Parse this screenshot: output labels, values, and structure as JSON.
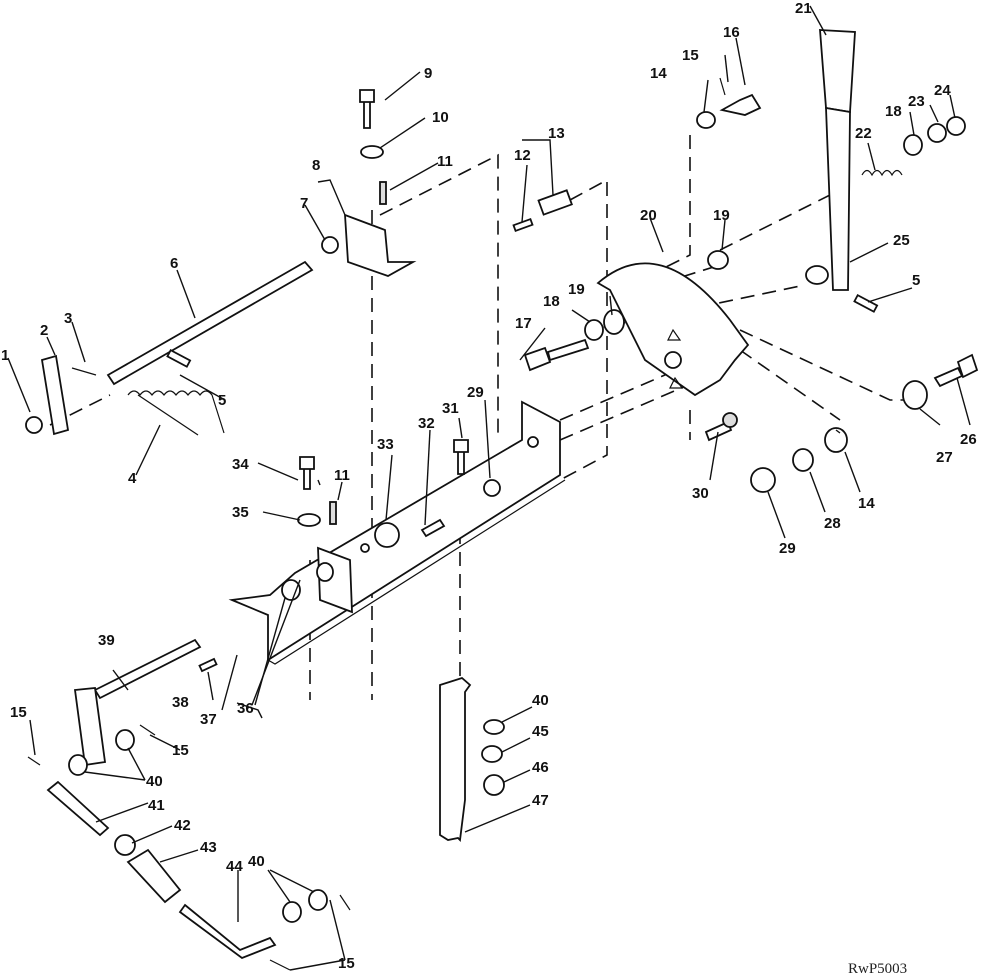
{
  "figure": {
    "reference_code": "RwP5003",
    "callouts": [
      {
        "id": "c1",
        "text": "1"
      },
      {
        "id": "c2",
        "text": "2"
      },
      {
        "id": "c3",
        "text": "3"
      },
      {
        "id": "c4",
        "text": "4"
      },
      {
        "id": "c5a",
        "text": "5"
      },
      {
        "id": "c5b",
        "text": "5"
      },
      {
        "id": "c6",
        "text": "6"
      },
      {
        "id": "c7",
        "text": "7"
      },
      {
        "id": "c8",
        "text": "8"
      },
      {
        "id": "c9",
        "text": "9"
      },
      {
        "id": "c10",
        "text": "10"
      },
      {
        "id": "c11a",
        "text": "11"
      },
      {
        "id": "c11b",
        "text": "11"
      },
      {
        "id": "c12",
        "text": "12"
      },
      {
        "id": "c13",
        "text": "13"
      },
      {
        "id": "c14a",
        "text": "14"
      },
      {
        "id": "c14b",
        "text": "14"
      },
      {
        "id": "c15a",
        "text": "15"
      },
      {
        "id": "c15b",
        "text": "15"
      },
      {
        "id": "c15c",
        "text": "15"
      },
      {
        "id": "c15d",
        "text": "15"
      },
      {
        "id": "c16",
        "text": "16"
      },
      {
        "id": "c17",
        "text": "17"
      },
      {
        "id": "c18a",
        "text": "18"
      },
      {
        "id": "c18b",
        "text": "18"
      },
      {
        "id": "c19a",
        "text": "19"
      },
      {
        "id": "c19b",
        "text": "19"
      },
      {
        "id": "c20",
        "text": "20"
      },
      {
        "id": "c21",
        "text": "21"
      },
      {
        "id": "c22",
        "text": "22"
      },
      {
        "id": "c23",
        "text": "23"
      },
      {
        "id": "c24",
        "text": "24"
      },
      {
        "id": "c25",
        "text": "25"
      },
      {
        "id": "c26",
        "text": "26"
      },
      {
        "id": "c27",
        "text": "27"
      },
      {
        "id": "c28",
        "text": "28"
      },
      {
        "id": "c29a",
        "text": "29"
      },
      {
        "id": "c29b",
        "text": "29"
      },
      {
        "id": "c30",
        "text": "30"
      },
      {
        "id": "c31",
        "text": "31"
      },
      {
        "id": "c32",
        "text": "32"
      },
      {
        "id": "c33",
        "text": "33"
      },
      {
        "id": "c34",
        "text": "34"
      },
      {
        "id": "c35",
        "text": "35"
      },
      {
        "id": "c36",
        "text": "36"
      },
      {
        "id": "c37",
        "text": "37"
      },
      {
        "id": "c38",
        "text": "38"
      },
      {
        "id": "c39",
        "text": "39"
      },
      {
        "id": "c40a",
        "text": "40"
      },
      {
        "id": "c40b",
        "text": "40"
      },
      {
        "id": "c40c",
        "text": "40"
      },
      {
        "id": "c41",
        "text": "41"
      },
      {
        "id": "c42",
        "text": "42"
      },
      {
        "id": "c43",
        "text": "43"
      },
      {
        "id": "c44",
        "text": "44"
      },
      {
        "id": "c45",
        "text": "45"
      },
      {
        "id": "c46",
        "text": "46"
      },
      {
        "id": "c47",
        "text": "47"
      }
    ]
  }
}
